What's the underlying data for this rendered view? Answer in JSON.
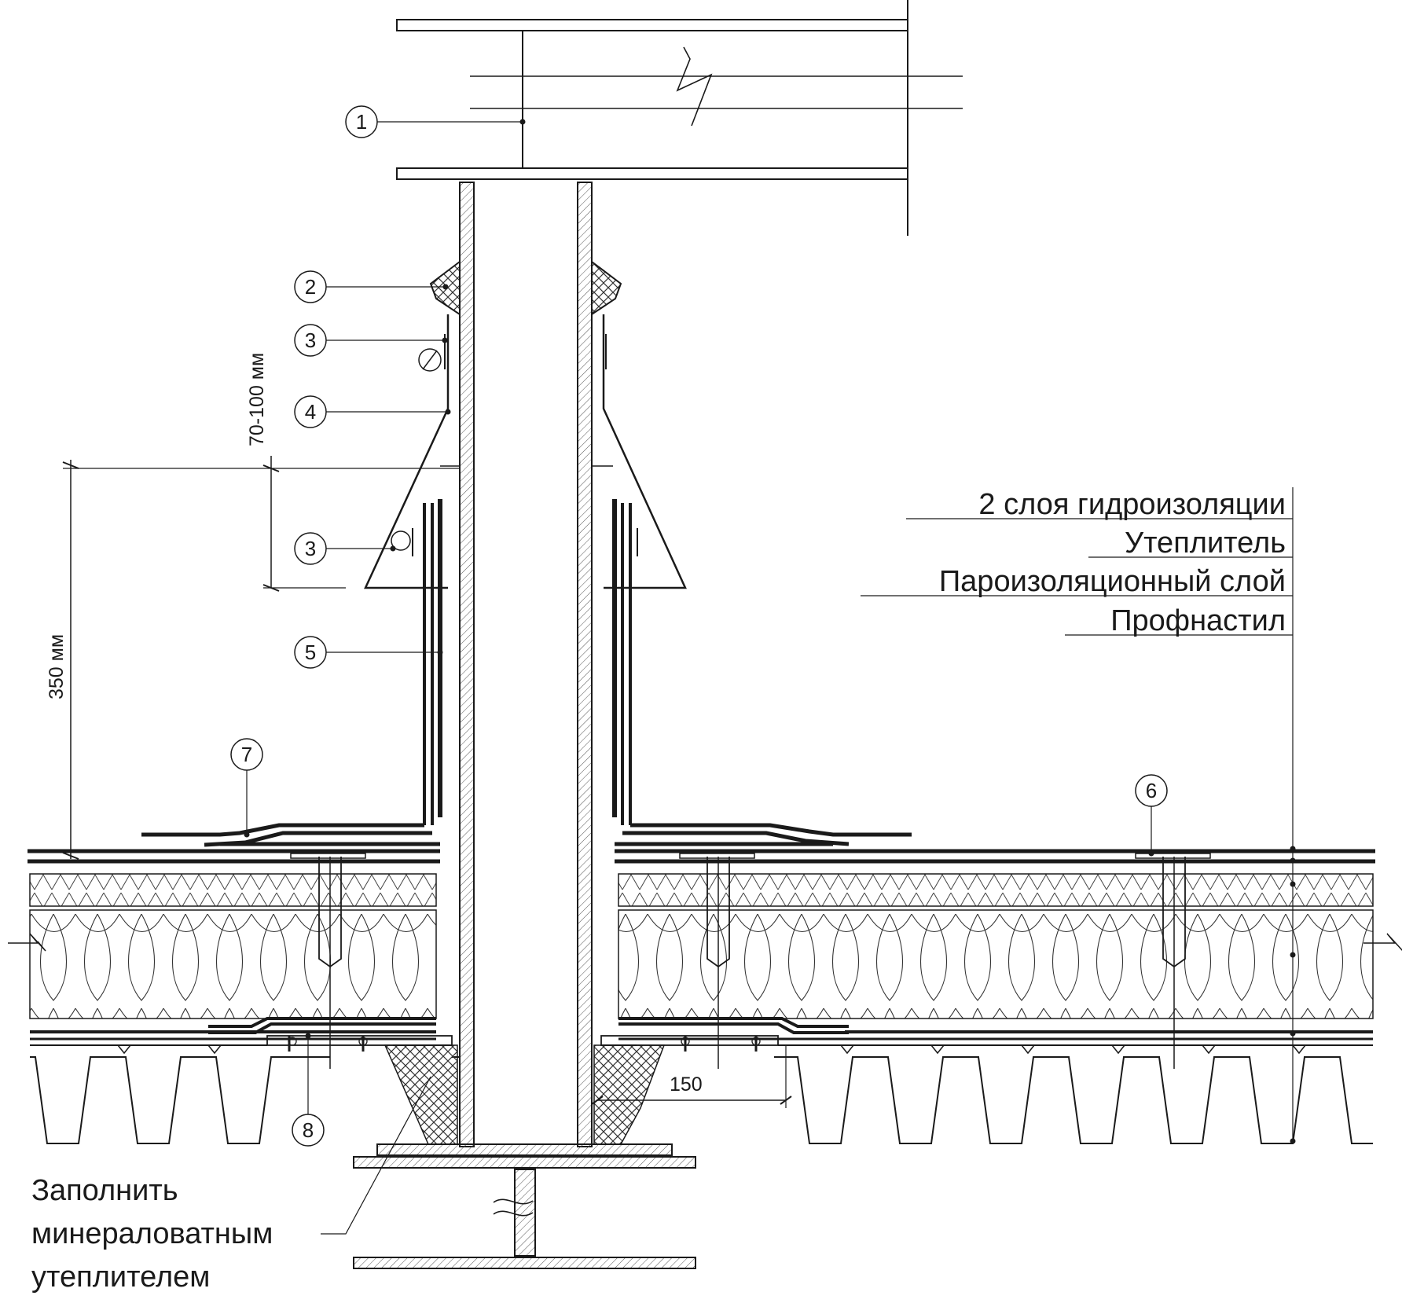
{
  "callouts": {
    "c1": "1",
    "c2": "2",
    "c3a": "3",
    "c3b": "3",
    "c4": "4",
    "c5": "5",
    "c6": "6",
    "c7": "7",
    "c8": "8"
  },
  "dimensions": {
    "flashing_height": "70-100 мм",
    "upstand_height": "350 мм",
    "flange_width": "150"
  },
  "layers_legend": [
    "2 слоя гидроизоляции",
    "Утеплитель",
    "Пароизоляционный слой",
    "Профнастил"
  ],
  "note": {
    "line1": "Заполнить",
    "line2": "минераловатным",
    "line3": "утеплителем"
  }
}
